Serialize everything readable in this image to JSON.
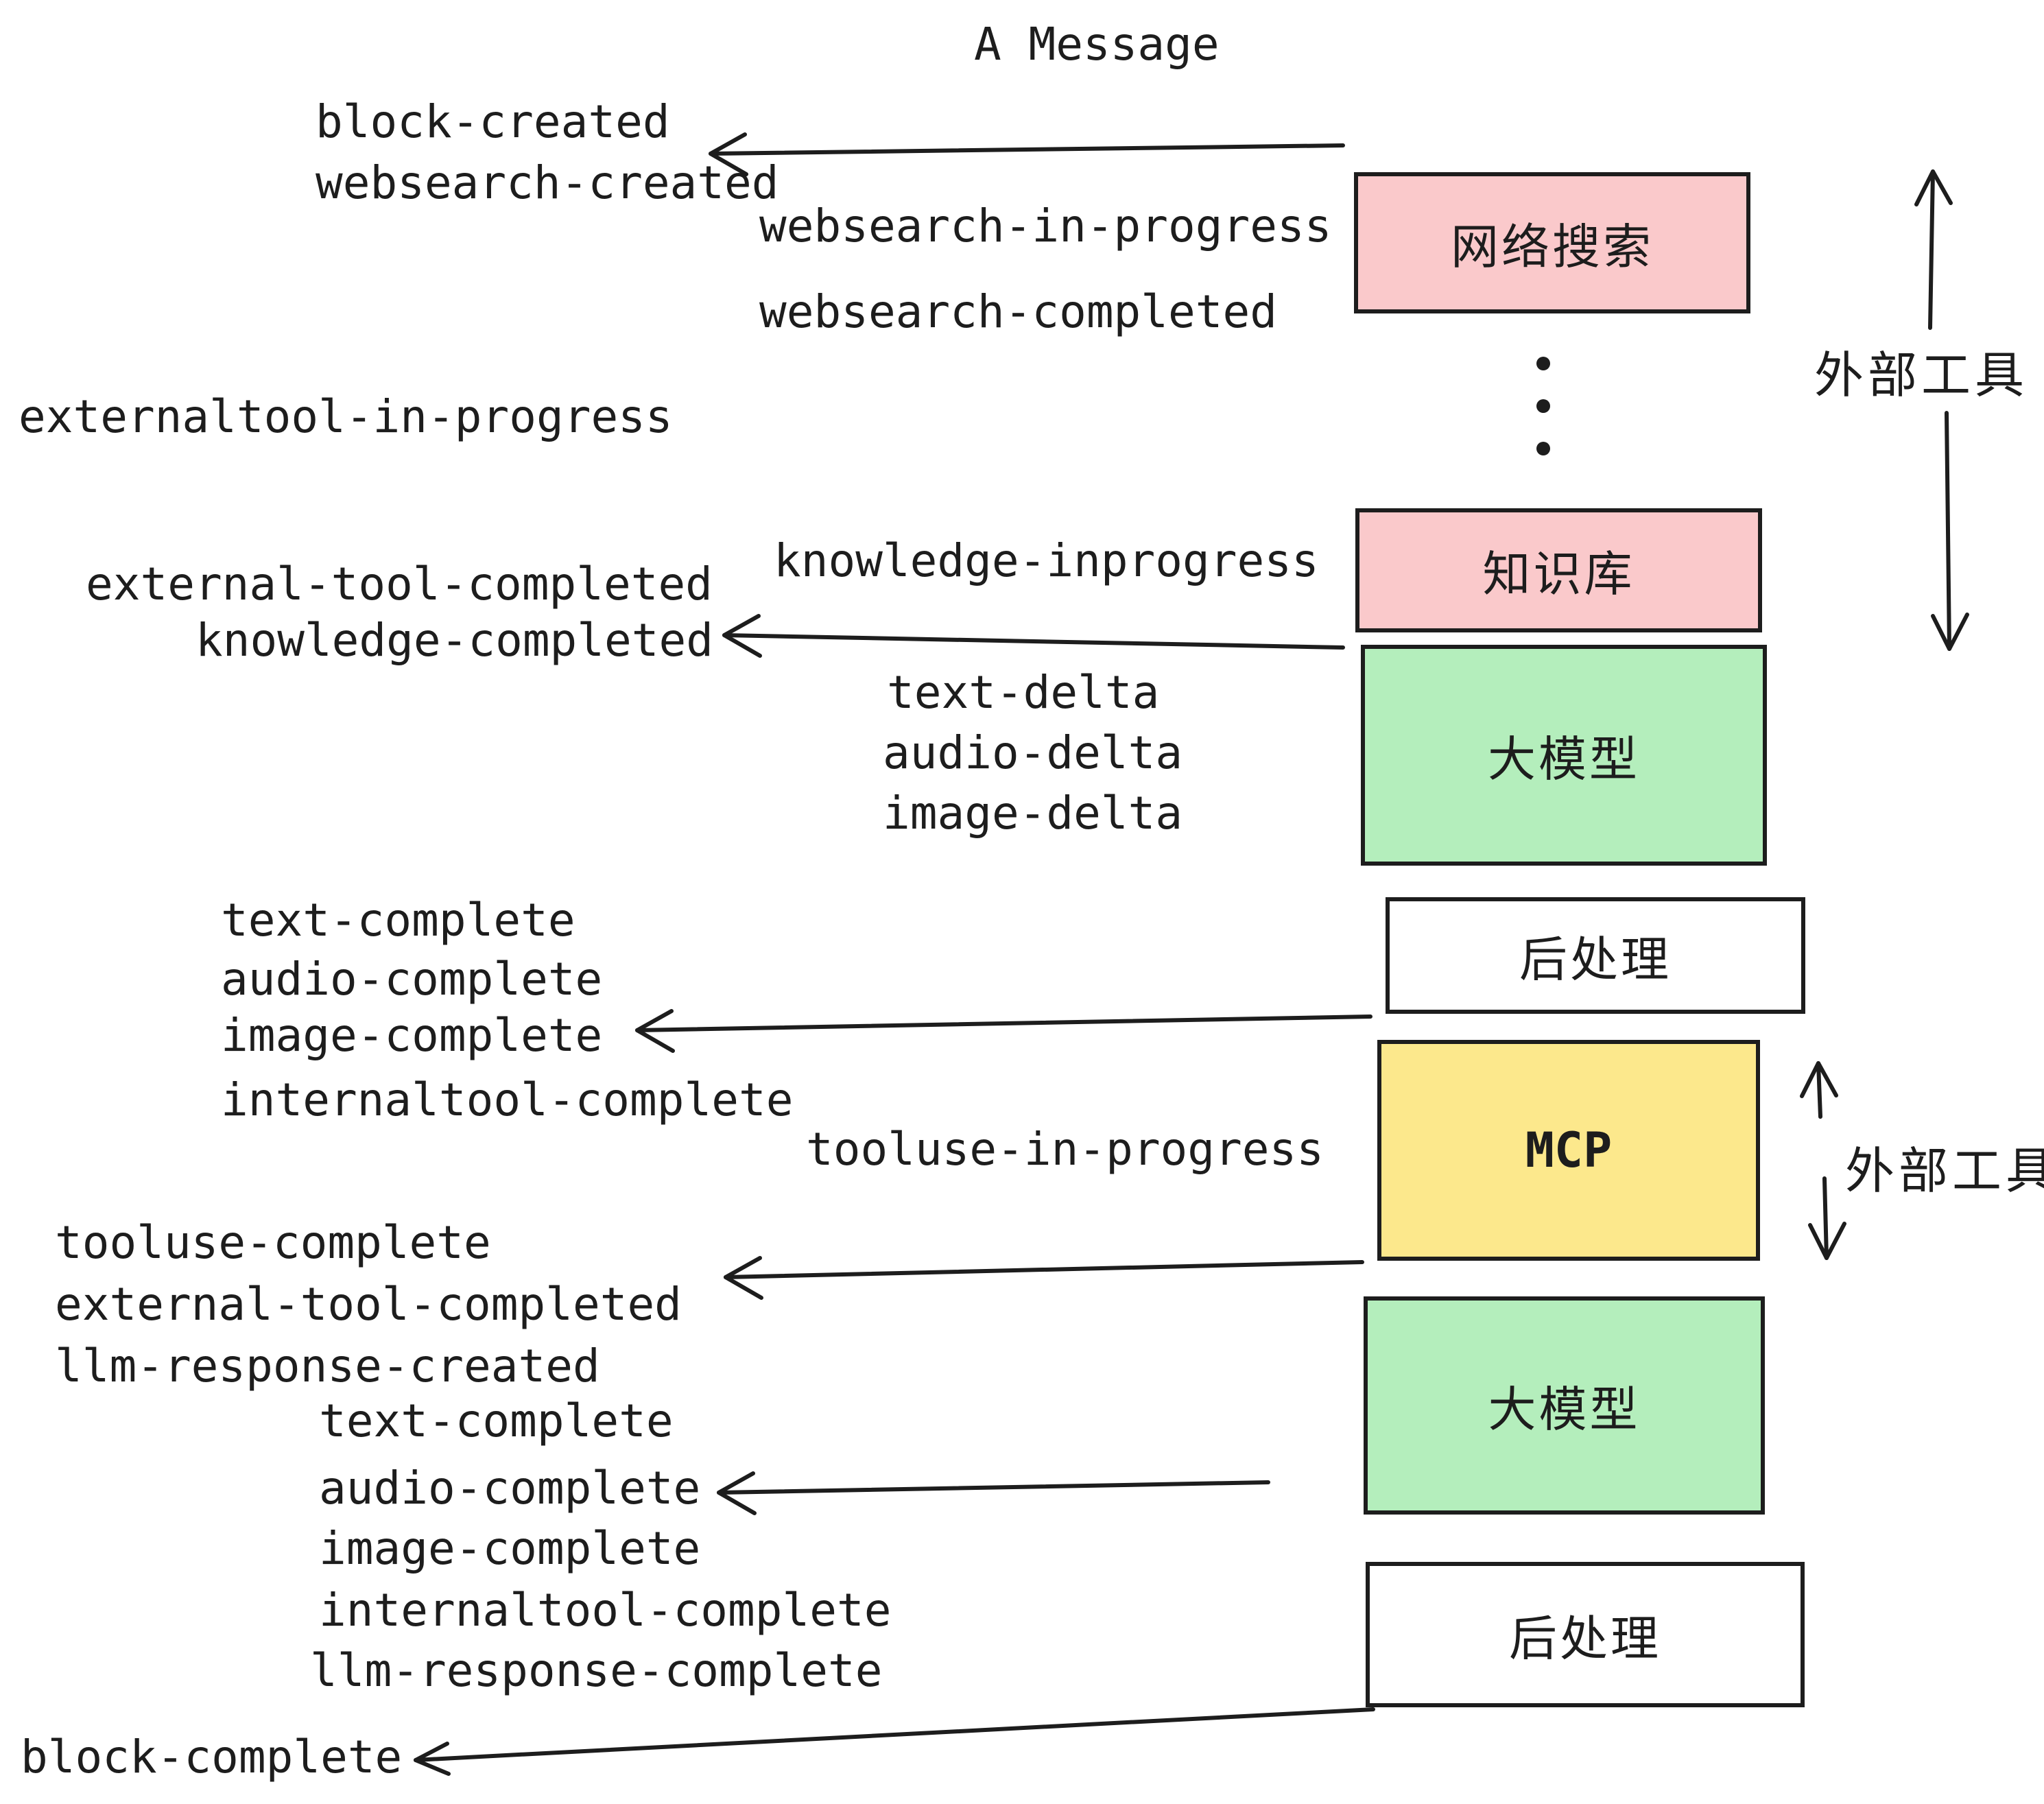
{
  "title": "A Message",
  "events": [
    "block-created",
    "websearch-created",
    "websearch-in-progress",
    "websearch-completed",
    "externaltool-in-progress",
    "knowledge-inprogress",
    "external-tool-completed",
    "knowledge-completed",
    "text-delta",
    "audio-delta",
    "image-delta",
    "text-complete",
    "audio-complete",
    "image-complete",
    "internaltool-complete",
    "tooluse-in-progress",
    "tooluse-complete",
    "external-tool-completed",
    "llm-response-created",
    "text-complete",
    "audio-complete",
    "image-complete",
    "internaltool-complete",
    "llm-response-complete",
    "block-complete"
  ],
  "boxes": [
    {
      "label": "网络搜索",
      "color": "#fac9cb"
    },
    {
      "label": "知识库",
      "color": "#fac9cb"
    },
    {
      "label": "大模型",
      "color": "#b4eebc"
    },
    {
      "label": "后处理",
      "color": "#ffffff"
    },
    {
      "label": "MCP",
      "color": "#fce88c"
    },
    {
      "label": "大模型",
      "color": "#b4eebc"
    },
    {
      "label": "后处理",
      "color": "#ffffff"
    }
  ],
  "side_labels": [
    "外部工具",
    "外部工具"
  ],
  "colors": {
    "ink": "#1d1d1d",
    "pink": "#fac9cb",
    "green": "#b4eebc",
    "yellow": "#fce88c",
    "white": "#ffffff"
  }
}
